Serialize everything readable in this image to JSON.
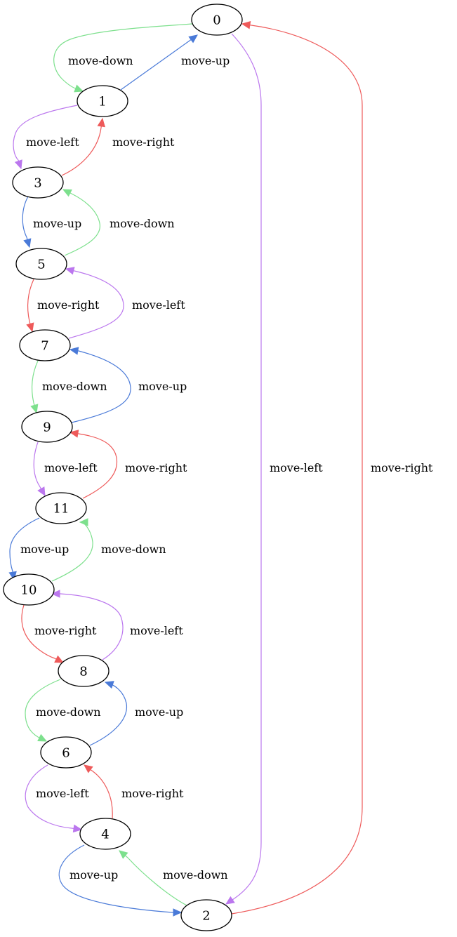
{
  "colors": {
    "move-up": "#4a7ad8",
    "move-down": "#7de08d",
    "move-left": "#bb77ee",
    "move-right": "#ee5a5a"
  },
  "nodes": [
    {
      "id": "0",
      "label": "0"
    },
    {
      "id": "1",
      "label": "1"
    },
    {
      "id": "3",
      "label": "3"
    },
    {
      "id": "5",
      "label": "5"
    },
    {
      "id": "7",
      "label": "7"
    },
    {
      "id": "9",
      "label": "9"
    },
    {
      "id": "11",
      "label": "11"
    },
    {
      "id": "10",
      "label": "10"
    },
    {
      "id": "8",
      "label": "8"
    },
    {
      "id": "6",
      "label": "6"
    },
    {
      "id": "4",
      "label": "4"
    },
    {
      "id": "2",
      "label": "2"
    }
  ],
  "edges": [
    {
      "from": "0",
      "to": "1",
      "action": "move-down",
      "label": "move-down"
    },
    {
      "from": "1",
      "to": "0",
      "action": "move-up",
      "label": "move-up"
    },
    {
      "from": "1",
      "to": "3",
      "action": "move-left",
      "label": "move-left"
    },
    {
      "from": "3",
      "to": "1",
      "action": "move-right",
      "label": "move-right"
    },
    {
      "from": "3",
      "to": "5",
      "action": "move-up",
      "label": "move-up"
    },
    {
      "from": "5",
      "to": "3",
      "action": "move-down",
      "label": "move-down"
    },
    {
      "from": "5",
      "to": "7",
      "action": "move-right",
      "label": "move-right"
    },
    {
      "from": "7",
      "to": "5",
      "action": "move-left",
      "label": "move-left"
    },
    {
      "from": "7",
      "to": "9",
      "action": "move-down",
      "label": "move-down"
    },
    {
      "from": "9",
      "to": "7",
      "action": "move-up",
      "label": "move-up"
    },
    {
      "from": "9",
      "to": "11",
      "action": "move-left",
      "label": "move-left"
    },
    {
      "from": "11",
      "to": "9",
      "action": "move-right",
      "label": "move-right"
    },
    {
      "from": "11",
      "to": "10",
      "action": "move-up",
      "label": "move-up"
    },
    {
      "from": "10",
      "to": "11",
      "action": "move-down",
      "label": "move-down"
    },
    {
      "from": "10",
      "to": "8",
      "action": "move-right",
      "label": "move-right"
    },
    {
      "from": "8",
      "to": "10",
      "action": "move-left",
      "label": "move-left"
    },
    {
      "from": "8",
      "to": "6",
      "action": "move-down",
      "label": "move-down"
    },
    {
      "from": "6",
      "to": "8",
      "action": "move-up",
      "label": "move-up"
    },
    {
      "from": "6",
      "to": "4",
      "action": "move-left",
      "label": "move-left"
    },
    {
      "from": "4",
      "to": "6",
      "action": "move-right",
      "label": "move-right"
    },
    {
      "from": "4",
      "to": "2",
      "action": "move-up",
      "label": "move-up"
    },
    {
      "from": "2",
      "to": "4",
      "action": "move-down",
      "label": "move-down"
    },
    {
      "from": "0",
      "to": "2",
      "action": "move-left",
      "label": "move-left"
    },
    {
      "from": "2",
      "to": "0",
      "action": "move-right",
      "label": "move-right"
    }
  ]
}
